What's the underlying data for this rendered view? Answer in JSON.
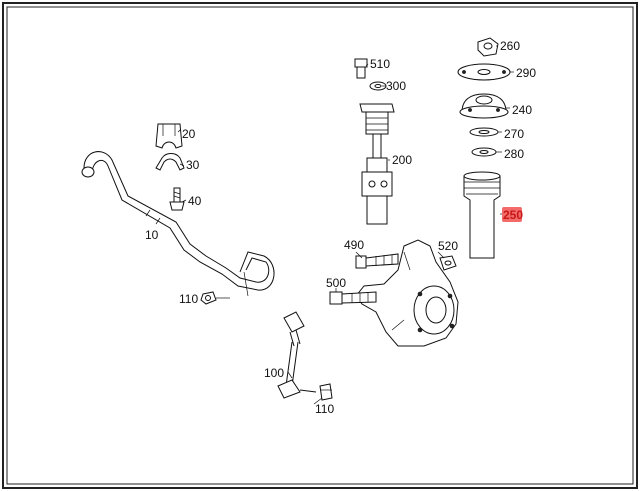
{
  "diagram": {
    "highlight_color": "#f26a6a",
    "labels": {
      "p10": "10",
      "p20": "20",
      "p30": "30",
      "p40": "40",
      "p100": "100",
      "p110a": "110",
      "p110b": "110",
      "p200": "200",
      "p240": "240",
      "p250": "250",
      "p260": "260",
      "p270": "270",
      "p280": "280",
      "p290": "290",
      "p300": "300",
      "p490": "490",
      "p500": "500",
      "p510": "510",
      "p520": "520"
    }
  }
}
